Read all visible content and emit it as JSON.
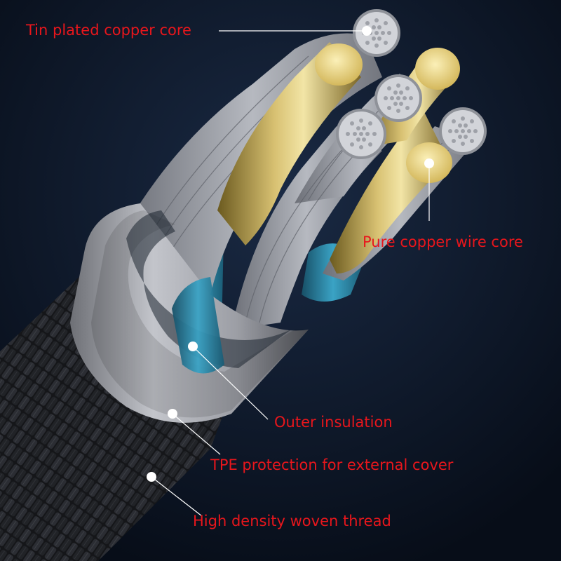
{
  "diagram": {
    "labels": {
      "tin_plated_core": "Tin plated copper core",
      "pure_copper_core": "Pure copper wire core",
      "outer_insulation": "Outer insulation",
      "tpe_protection": "TPE protection for external cover",
      "woven_thread": "High density woven thread"
    }
  },
  "colors": {
    "background": "#0b1424",
    "label_text": "#e8161c",
    "leader_line": "#ffffff",
    "copper_core": "#e8d383",
    "tin_strand": "#c9ccd2",
    "insulation_blue": "#2d8fb1",
    "insulation_green": "#3a8f3a",
    "tpe_ring": "#a7a9b0",
    "braid": "#2a2d33"
  }
}
